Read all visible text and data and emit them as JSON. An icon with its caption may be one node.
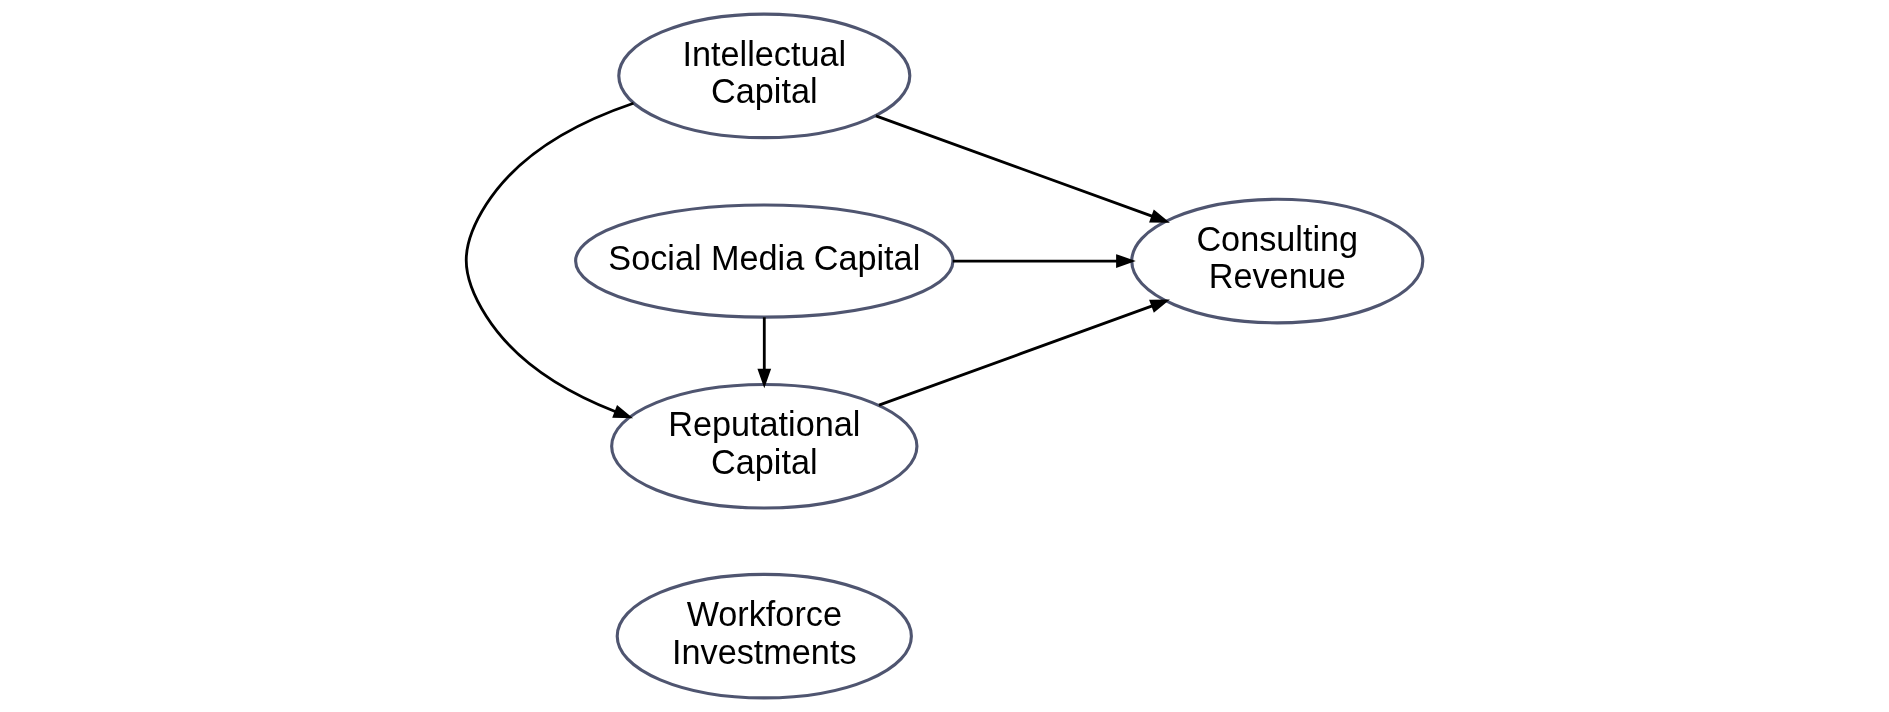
{
  "diagram": {
    "nodes": [
      {
        "text": [
          "Workforce Investments"
        ]
      },
      {
        "text": [
          "Intellectual Capital"
        ]
      },
      {
        "text": [
          "Social Media Capital"
        ]
      },
      {
        "text": [
          "Reputational Capital"
        ]
      },
      {
        "text": [
          "Consulting Revenue"
        ]
      }
    ],
    "edges": [
      {
        "from": 1,
        "to": 4,
        "arrow": "to"
      },
      {
        "from": 1,
        "to": 3,
        "arrow": "to"
      },
      {
        "from": 2,
        "to": 4,
        "arrow": "to"
      },
      {
        "from": 2,
        "to": 3,
        "arrow": "to"
      },
      {
        "from": 3,
        "to": 4,
        "arrow": "to"
      }
    ]
  }
}
